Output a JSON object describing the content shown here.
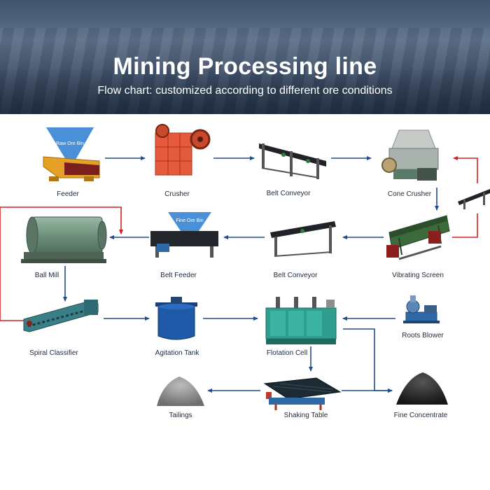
{
  "header": {
    "title": "Mining Processing line",
    "subtitle": "Flow chart: customized according to different ore conditions"
  },
  "bins": {
    "raw_ore": "Raw Ore Bin",
    "fine_ore": "Fine Ore Bin"
  },
  "equipment": {
    "feeder": "Feeder",
    "crusher": "Crusher",
    "belt_conveyor_1": "Belt Conveyor",
    "cone_crusher": "Cone Crusher",
    "ball_mill": "Ball Mill",
    "belt_feeder": "Belt Feeder",
    "belt_conveyor_2": "Belt Conveyor",
    "vibrating_screen": "Vibrating Screen",
    "spiral_classifier": "Spiral Classifier",
    "agitation_tank": "Agitation Tank",
    "flotation_cell": "Flotation Cell",
    "roots_blower": "Roots Blower",
    "tailings": "Tailings",
    "shaking_table": "Shaking Table",
    "fine_concentrate": "Fine Concentrate"
  },
  "colors": {
    "flow_arrow": "#1f4d8c",
    "return_arrow": "#d32020"
  }
}
